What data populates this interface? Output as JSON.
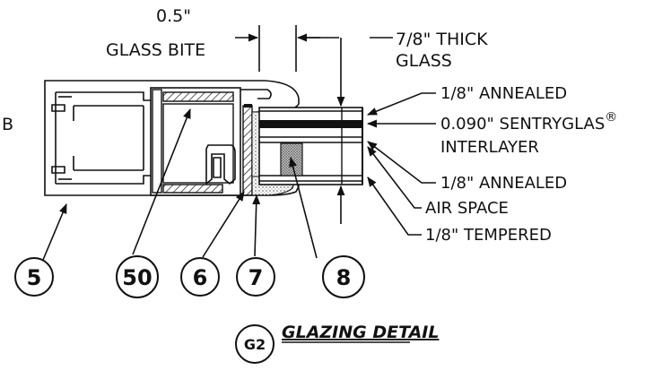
{
  "dimensions": {
    "glass_bite_value": "0.5\"",
    "glass_bite_label": "GLASS BITE",
    "thickness_value": "7/8\" THICK",
    "thickness_label": "GLASS"
  },
  "edge_fragment": "B",
  "layers": {
    "l1": "1/8\" ANNEALED",
    "l2_line1": "0.090\" SENTRYGLAS",
    "l2_reg": "®",
    "l2_line2": "INTERLAYER",
    "l3": "1/8\" ANNEALED",
    "l4": "AIR SPACE",
    "l5": "1/8\" TEMPERED"
  },
  "callouts": [
    "5",
    "50",
    "6",
    "7",
    "8"
  ],
  "detail": {
    "tag": "G2",
    "title": "GLAZING DETAIL"
  }
}
